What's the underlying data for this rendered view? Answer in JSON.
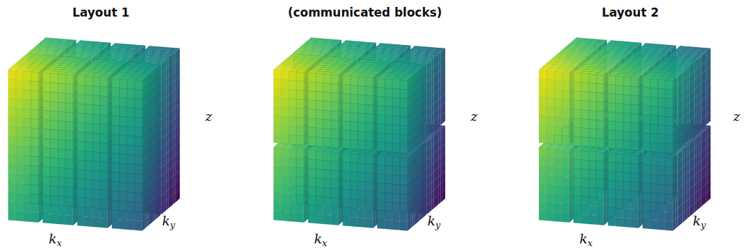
{
  "diagram": {
    "labels": [
      "Layout 1",
      "(communicated blocks)",
      "Layout 2",
      "z",
      "z",
      "z",
      "kx",
      "kx",
      "kx",
      "ky",
      "ky",
      "ky"
    ]
  }
}
